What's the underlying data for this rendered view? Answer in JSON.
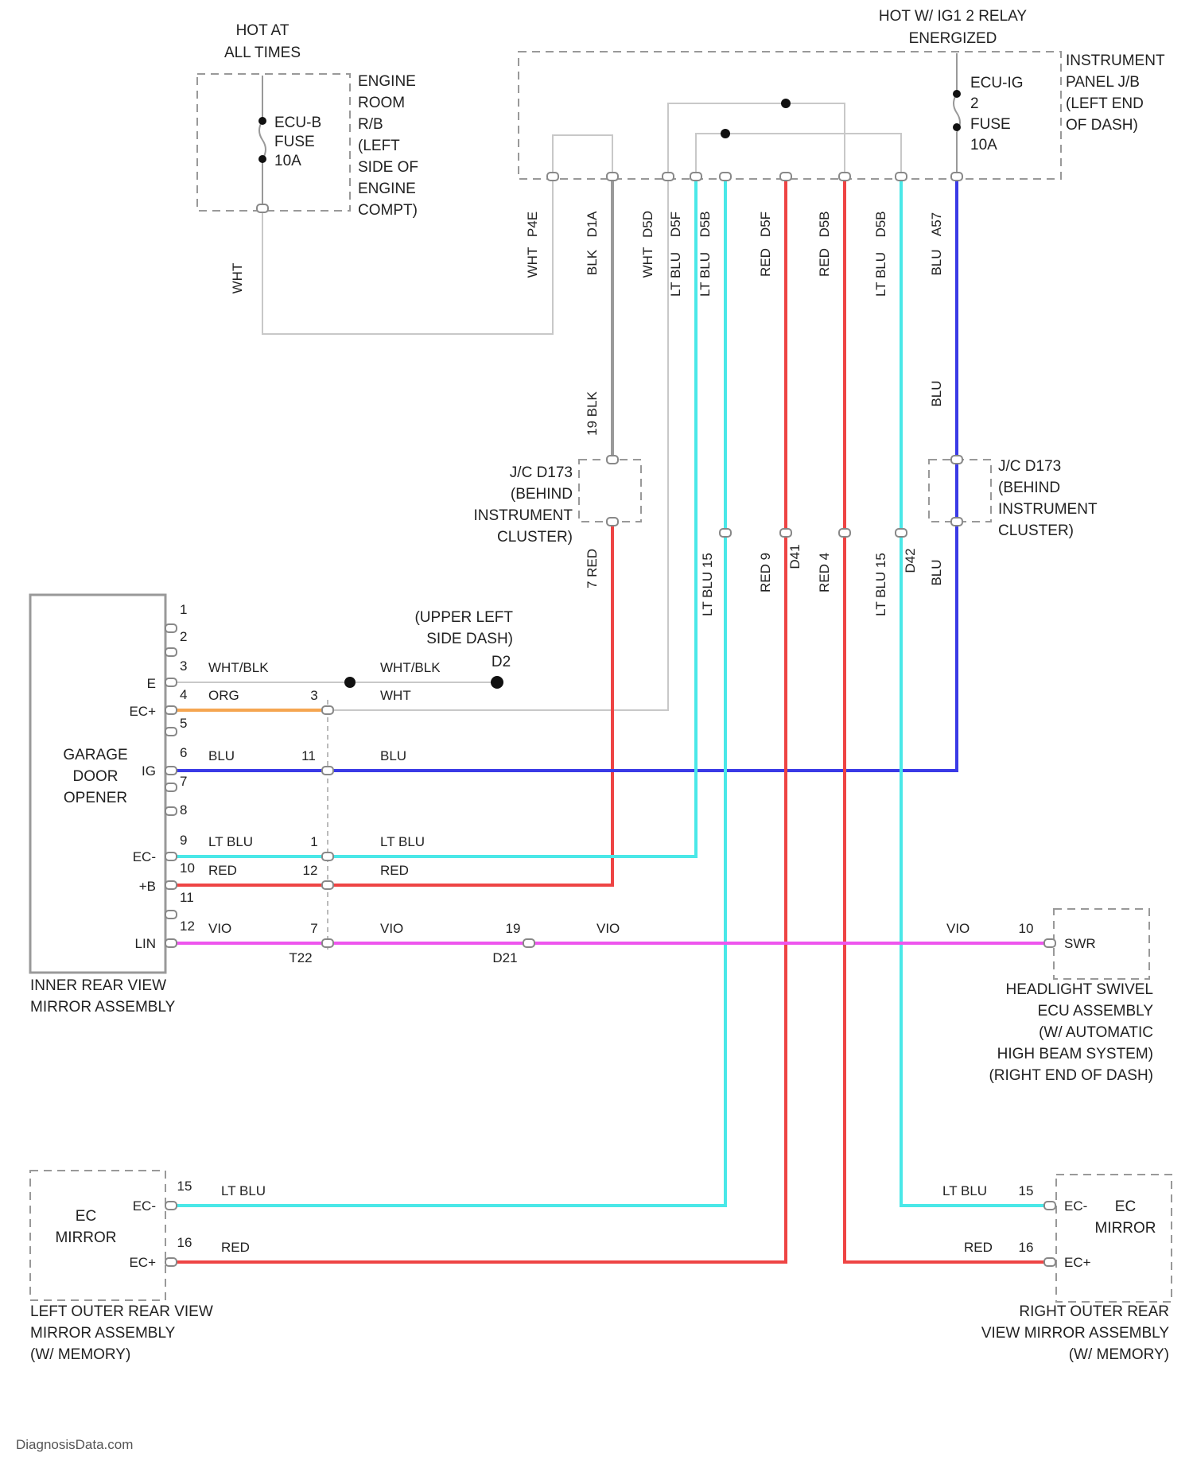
{
  "colors": {
    "blu": "#3a3ae6",
    "red": "#ee4444",
    "ltblu": "#4ae8e8",
    "vio": "#ee55ee",
    "org": "#f5a550",
    "blk": "#9a9a9a",
    "wht": "#cccccc"
  },
  "labels": {
    "hot_at_all_times": [
      "HOT AT",
      "ALL TIMES"
    ],
    "hot_ig1": [
      "HOT W/ IG1 2 RELAY",
      "ENERGIZED"
    ],
    "fuse_ecu_b": [
      "ECU-B",
      "FUSE",
      "10A"
    ],
    "fuse_ecu_ig": [
      "ECU-IG",
      "2",
      "FUSE",
      "10A"
    ],
    "engine_room_rb": [
      "ENGINE",
      "ROOM",
      "R/B",
      "(LEFT",
      "SIDE OF",
      "ENGINE",
      "COMPT)"
    ],
    "instrument_panel_jb": [
      "INSTRUMENT",
      "PANEL J/B",
      "(LEFT END",
      "OF DASH)"
    ],
    "jc_left": [
      "J/C D173",
      "(BEHIND",
      "INSTRUMENT",
      "CLUSTER)"
    ],
    "jc_right": [
      "J/C D173",
      "(BEHIND",
      "INSTRUMENT",
      "CLUSTER)"
    ],
    "ground": [
      "(UPPER LEFT",
      "SIDE DASH)",
      "D2"
    ],
    "garage_door": [
      "GARAGE",
      "DOOR",
      "OPENER"
    ],
    "inner_mirror": [
      "INNER REAR VIEW",
      "MIRROR ASSEMBLY"
    ],
    "headlight_swivel": [
      "HEADLIGHT SWIVEL",
      "ECU ASSEMBLY",
      "(W/ AUTOMATIC",
      "HIGH BEAM SYSTEM)",
      "(RIGHT END OF DASH)"
    ],
    "left_mirror": [
      "LEFT OUTER REAR VIEW",
      "MIRROR ASSEMBLY",
      "(W/ MEMORY)"
    ],
    "right_mirror": [
      "RIGHT OUTER REAR",
      "VIEW MIRROR ASSEMBLY",
      "(W/ MEMORY)"
    ],
    "ec_mirror_left": [
      "EC",
      "MIRROR"
    ],
    "ec_mirror_right": [
      "EC",
      "MIRROR"
    ],
    "watermark": "DiagnosisData.com",
    "swr": "SWR"
  },
  "wire_colors": {
    "wht": "WHT",
    "blk": "BLK",
    "blu": "BLU",
    "red": "RED",
    "ltblu": "LT BLU",
    "vio": "VIO",
    "org": "ORG",
    "whtblk": "WHT/BLK"
  },
  "jb_pins": [
    "P4E",
    "D1A",
    "D5D",
    "D5F",
    "D5B",
    "D5F",
    "D5B",
    "D5B",
    "A57"
  ],
  "garage_pins": {
    "numbers": [
      "1",
      "2",
      "3",
      "4",
      "5",
      "6",
      "7",
      "8",
      "9",
      "10",
      "11",
      "12"
    ],
    "names": {
      "e": "E",
      "ec_plus": "EC+",
      "ig": "IG",
      "ec_minus": "EC-",
      "b_plus": "+B",
      "lin": "LIN"
    }
  },
  "splice_pins": {
    "p3": "3",
    "p11": "11",
    "p1": "1",
    "p12": "12",
    "p7": "7",
    "p19": "19",
    "p10": "10",
    "p15": "15",
    "p16": "16",
    "p9": "9",
    "p4": "4"
  },
  "connectors": {
    "t22": "T22",
    "d41": "D41",
    "d42": "D42",
    "d21": "D21"
  },
  "mirror_pins": {
    "ec_minus": "EC-",
    "ec_plus": "EC+"
  }
}
